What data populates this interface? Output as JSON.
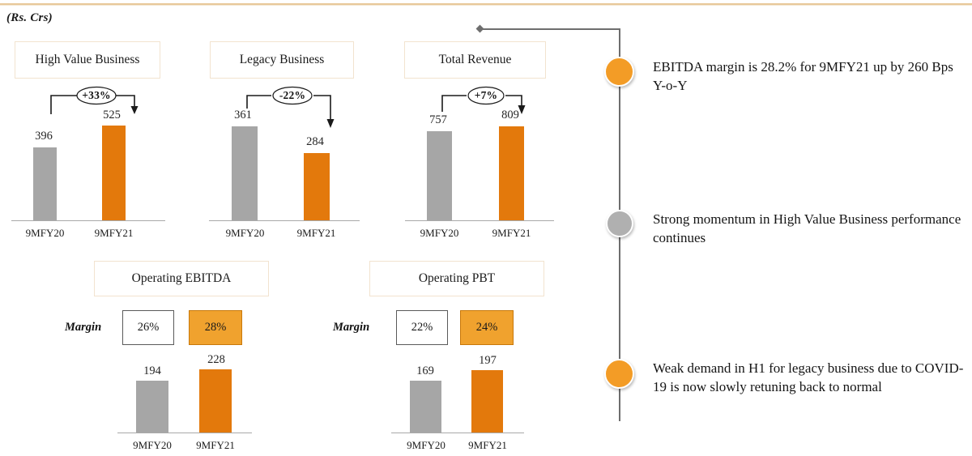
{
  "slide": {
    "unit_label": "(Rs. Crs)",
    "accent_orange": "#E3790C",
    "accent_orange_light": "#F0A22E",
    "accent_grey": "#A6A6A6",
    "top_rule_color": "#E8C89A"
  },
  "chart_data": [
    {
      "type": "bar",
      "title": "High Value Business",
      "categories": [
        "9MFY20",
        "9MFY21"
      ],
      "values": [
        396,
        525
      ],
      "value_labels": [
        "396",
        "525"
      ],
      "series_colors": [
        "#A6A6A6",
        "#E3790C"
      ],
      "change_label": "+33%",
      "change_direction": "up",
      "ylabel": "",
      "xlabel": "",
      "grid": false
    },
    {
      "type": "bar",
      "title": "Legacy Business",
      "categories": [
        "9MFY20",
        "9MFY21"
      ],
      "values": [
        361,
        284
      ],
      "value_labels": [
        "361",
        "284"
      ],
      "series_colors": [
        "#A6A6A6",
        "#E3790C"
      ],
      "change_label": "-22%",
      "change_direction": "down",
      "ylabel": "",
      "xlabel": "",
      "grid": false
    },
    {
      "type": "bar",
      "title": "Total Revenue",
      "categories": [
        "9MFY20",
        "9MFY21"
      ],
      "values": [
        757,
        809
      ],
      "value_labels": [
        "757",
        "809"
      ],
      "series_colors": [
        "#A6A6A6",
        "#E3790C"
      ],
      "change_label": "+7%",
      "change_direction": "up",
      "ylabel": "",
      "xlabel": "",
      "grid": false
    },
    {
      "type": "bar",
      "title": "Operating EBITDA",
      "categories": [
        "9MFY20",
        "9MFY21"
      ],
      "values": [
        194,
        228
      ],
      "value_labels": [
        "194",
        "228"
      ],
      "series_colors": [
        "#A6A6A6",
        "#E3790C"
      ],
      "margin_row_label": "Margin",
      "margins": [
        "26%",
        "28%"
      ],
      "ylabel": "",
      "xlabel": "",
      "grid": false
    },
    {
      "type": "bar",
      "title": "Operating PBT",
      "categories": [
        "9MFY20",
        "9MFY21"
      ],
      "values": [
        169,
        197
      ],
      "value_labels": [
        "169",
        "197"
      ],
      "series_colors": [
        "#A6A6A6",
        "#E3790C"
      ],
      "margin_row_label": "Margin",
      "margins": [
        "22%",
        "24%"
      ],
      "ylabel": "",
      "xlabel": "",
      "grid": false
    }
  ],
  "timeline": {
    "items": [
      {
        "text": "EBITDA margin is 28.2% for 9MFY21 up by 260 Bps Y-o-Y",
        "dot_color": "orange"
      },
      {
        "text": "Strong momentum in High Value Business performance continues",
        "dot_color": "grey"
      },
      {
        "text": "Weak demand in H1 for legacy business due to COVID-19 is now slowly retuning back to normal",
        "dot_color": "orange"
      }
    ]
  }
}
